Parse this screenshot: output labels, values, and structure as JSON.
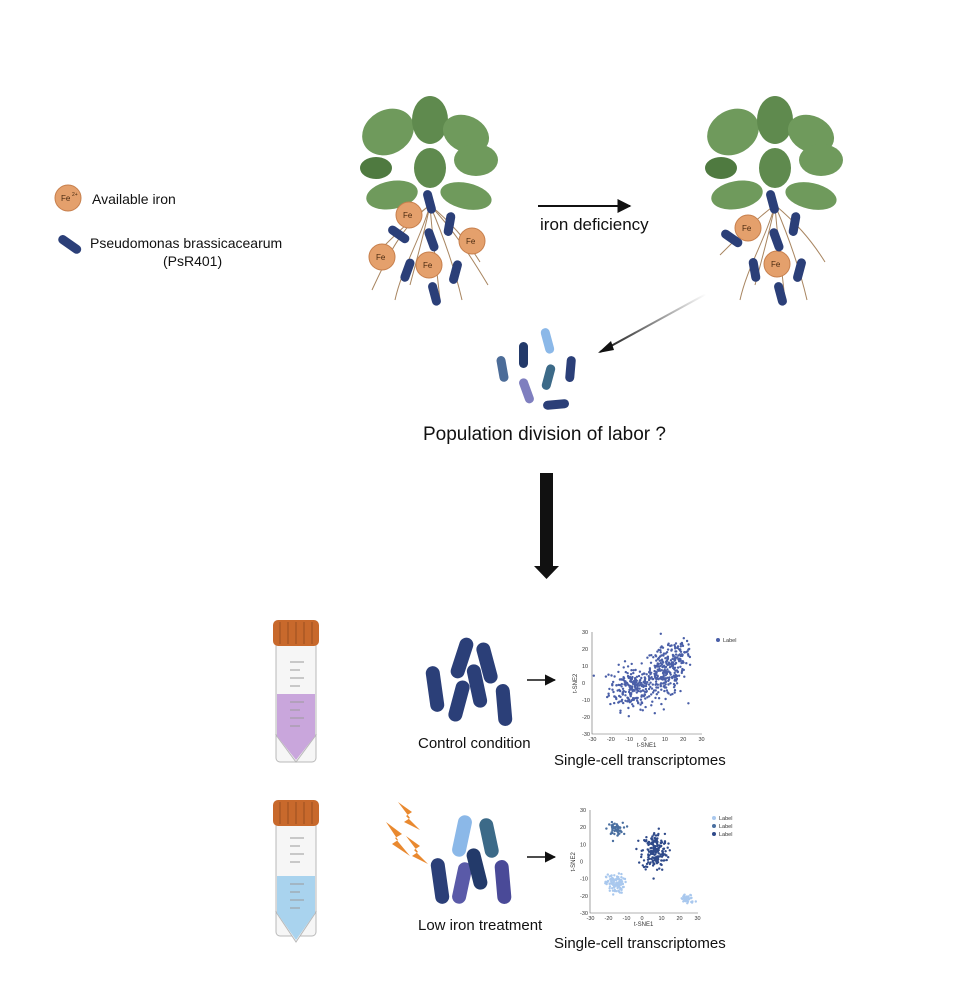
{
  "legend": {
    "iron_label": "Available iron",
    "bacteria_label_line1": "Pseudomonas brassicacearum",
    "bacteria_label_line2": "(PsR401)"
  },
  "iron_symbol": "Fe",
  "iron_superscript": "2+",
  "arrow_label": "iron deficiency",
  "question": "Population division of labor ?",
  "conditions": [
    {
      "name": "Control condition",
      "result": "Single-cell transcriptomes",
      "medium_color": "#c9a6dc"
    },
    {
      "name": "Low iron treatment",
      "result": "Single-cell transcriptomes",
      "medium_color": "#a9d3ee"
    }
  ],
  "colors": {
    "leaf": "#6f9a5c",
    "iron": "#e4a06c",
    "bacterium": "#2b3f78",
    "arrow": "#111111",
    "lightning": "#e9892f",
    "tube_cap": "#c8692c"
  },
  "chart_data": [
    {
      "type": "scatter",
      "xlabel": "t-SNE1",
      "ylabel": "t-SNE2",
      "xlim": [
        -30,
        30
      ],
      "ylim": [
        -30,
        30
      ],
      "xticks": [
        "-30",
        "-20",
        "-10",
        "0",
        "10",
        "20",
        "30"
      ],
      "yticks": [
        "30",
        "20",
        "10",
        "0",
        "-10",
        "-20",
        "-30"
      ],
      "legend": [
        "Label"
      ],
      "series_colors": [
        "#4a5fa8"
      ],
      "clusters": [
        {
          "cx": -8,
          "cy": -3,
          "sx": 9,
          "sy": 9,
          "n": 230,
          "series": 0
        },
        {
          "cx": 10,
          "cy": 6,
          "sx": 8,
          "sy": 10,
          "n": 230,
          "series": 0
        },
        {
          "cx": 18,
          "cy": 18,
          "sx": 5,
          "sy": 5,
          "n": 60,
          "series": 0
        }
      ]
    },
    {
      "type": "scatter",
      "xlabel": "t-SNE1",
      "ylabel": "t-SNE2",
      "xlim": [
        -30,
        30
      ],
      "ylim": [
        -30,
        30
      ],
      "xticks": [
        "-30",
        "-20",
        "-10",
        "0",
        "10",
        "20",
        "30"
      ],
      "yticks": [
        "30",
        "20",
        "10",
        "0",
        "-10",
        "-20",
        "-30"
      ],
      "legend": [
        "Label",
        "Label",
        "Label"
      ],
      "series_colors": [
        "#a9c8ee",
        "#4a6fa0",
        "#2f4a8a"
      ],
      "clusters": [
        {
          "cx": -16,
          "cy": 19,
          "sx": 3,
          "sy": 2.5,
          "n": 55,
          "series": 1
        },
        {
          "cx": 6,
          "cy": 6,
          "sx": 5,
          "sy": 8,
          "n": 190,
          "series": 2
        },
        {
          "cx": -16,
          "cy": -13,
          "sx": 3.5,
          "sy": 4,
          "n": 110,
          "series": 0
        },
        {
          "cx": 24,
          "cy": -22,
          "sx": 3,
          "sy": 2,
          "n": 40,
          "series": 0
        }
      ]
    }
  ]
}
